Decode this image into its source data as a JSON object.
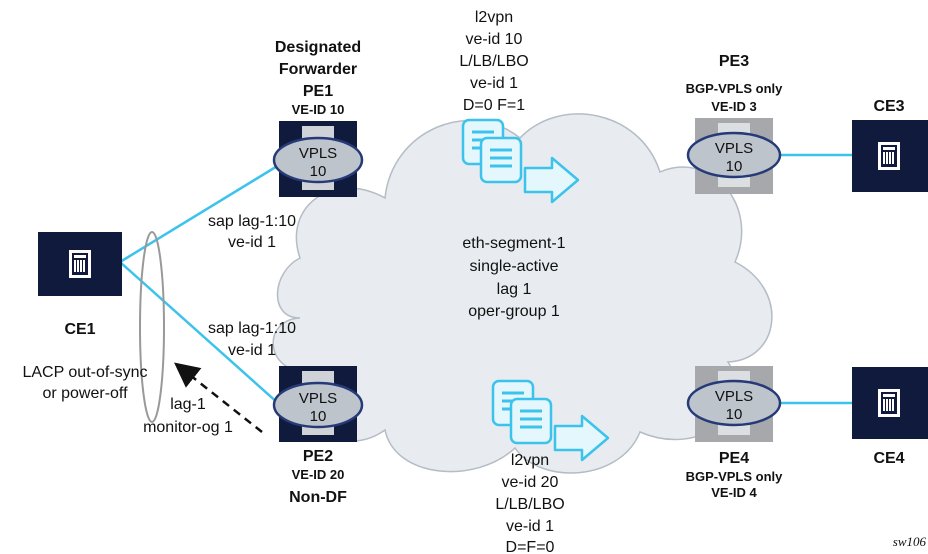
{
  "cloud_lines": [
    "eth-segment-1",
    "single-active",
    "lag 1",
    "oper-group 1"
  ],
  "top_message": [
    "l2vpn",
    "ve-id 10",
    "L/LB/LBO",
    "ve-id 1",
    "D=0 F=1"
  ],
  "bottom_message": [
    "l2vpn",
    "ve-id 20",
    "L/LB/LBO",
    "ve-id 1",
    "D=F=0"
  ],
  "pe1": {
    "role": [
      "Designated",
      "Forwarder"
    ],
    "name": "PE1",
    "veid": "VE-ID 10",
    "service": "VPLS",
    "service_id": "10"
  },
  "pe2": {
    "name": "PE2",
    "veid": "VE-ID 20",
    "role": "Non-DF",
    "service": "VPLS",
    "service_id": "10"
  },
  "pe3": {
    "name": "PE3",
    "mode": "BGP-VPLS only",
    "veid": "VE-ID 3",
    "service": "VPLS",
    "service_id": "10"
  },
  "pe4": {
    "name": "PE4",
    "mode": "BGP-VPLS only",
    "veid": "VE-ID 4",
    "service": "VPLS",
    "service_id": "10"
  },
  "ce1": {
    "name": "CE1"
  },
  "ce3": {
    "name": "CE3"
  },
  "ce4": {
    "name": "CE4"
  },
  "sap_top": [
    "sap lag-1:10",
    "ve-id 1"
  ],
  "sap_bottom": [
    "sap lag-1:10",
    "ve-id 1"
  ],
  "lacp_note": [
    "LACP out-of-sync",
    "or power-off"
  ],
  "monitor_note": [
    "lag-1",
    "monitor-og 1"
  ],
  "figure_id": "sw106",
  "colors": {
    "link": "#3cc3ec",
    "node_dark": "#0f1a3c",
    "node_grey": "#a6a8ac",
    "cloud_fill": "#e8ecf0",
    "cloud_stroke": "#b4bcc6",
    "oval_fill": "#bdc4cc",
    "oval_stroke": "#263a78",
    "doc_fill": "#e4f7fd",
    "doc_stroke": "#3cc3ec"
  }
}
